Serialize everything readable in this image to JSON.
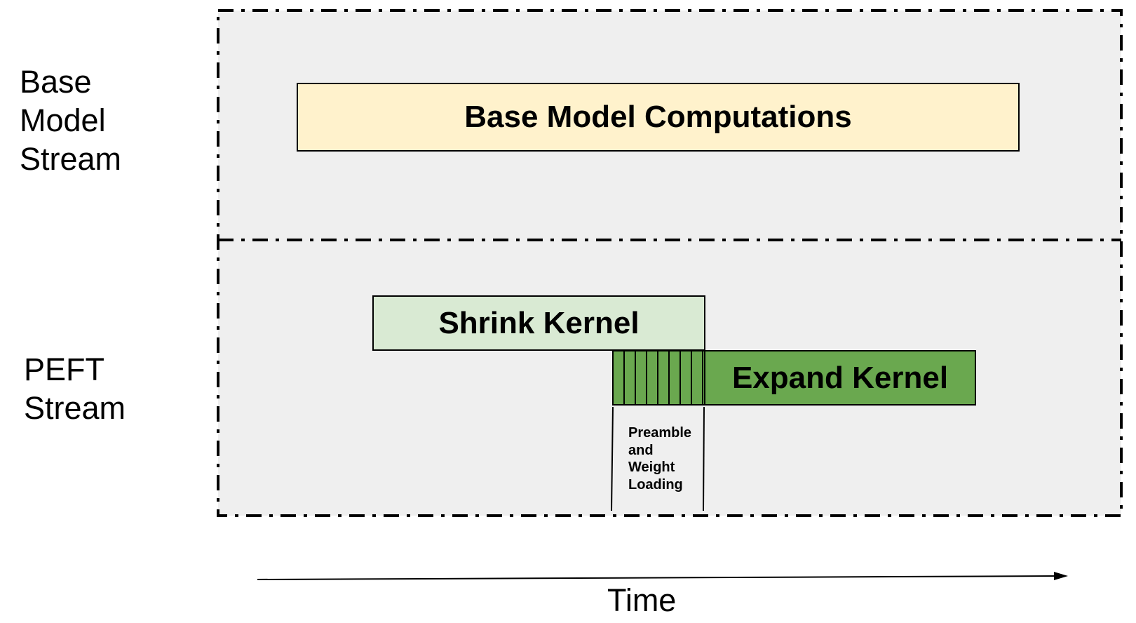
{
  "lanes": {
    "base": {
      "lines": [
        "Base",
        "Model",
        "Stream"
      ]
    },
    "peft": {
      "lines": [
        "PEFT",
        "Stream"
      ]
    }
  },
  "blocks": {
    "base_model": {
      "label": "Base Model Computations"
    },
    "shrink": {
      "label": "Shrink Kernel"
    },
    "expand": {
      "label": "Expand Kernel"
    }
  },
  "annotation": {
    "lines": [
      "Preamble",
      "and",
      "Weight",
      "Loading"
    ]
  },
  "axis": {
    "label": "Time"
  },
  "colors": {
    "panel_fill": "#efefef",
    "base_block": "#fff2cc",
    "shrink_block": "#d9ead3",
    "expand_block": "#6aa84f",
    "stroke": "#000000"
  }
}
